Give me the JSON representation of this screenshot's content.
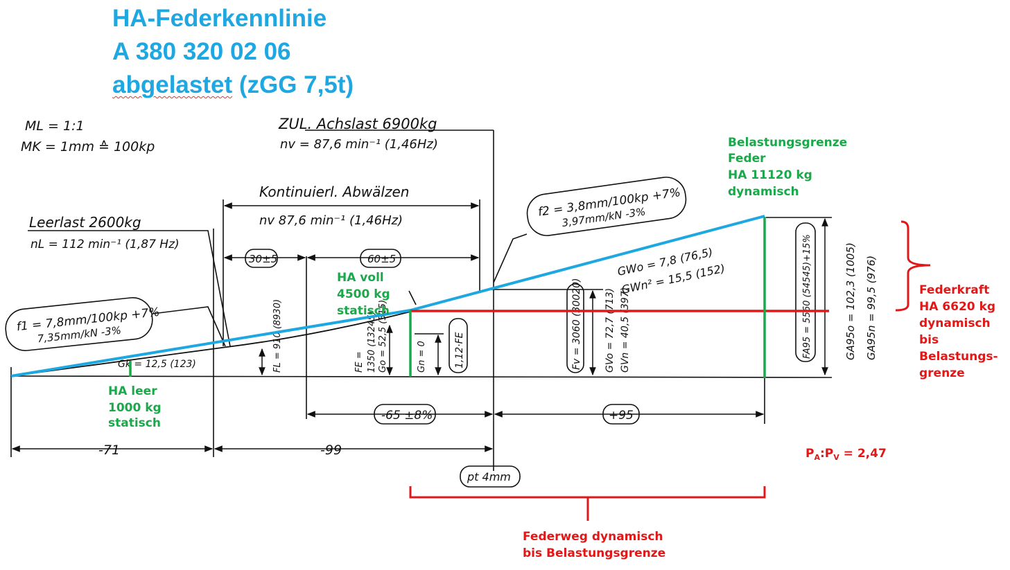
{
  "title": {
    "line1": "HA-Federkennlinie",
    "line2": "A 380 320 02 06",
    "line3a": "abgelastet",
    "line3b": " (zGG 7,5t)"
  },
  "drawing": {
    "scale_ml": "ML = 1:1",
    "scale_mk": "MK = 1mm ≙ 100kp",
    "zul_achslast": "ZUL. Achslast 6900kg",
    "nv_zul": "nv = 87,6 min⁻¹ (1,46Hz)",
    "kontinuierl": "Kontinuierl. Abwälzen",
    "nv_kont": "nv 87,6 min⁻¹ (1,46Hz)",
    "leerlast": "Leerlast 2600kg",
    "nl": "nL = 112 min⁻¹ (1,87 Hz)",
    "f1_a": "f1 = 7,8mm/100kp +7%",
    "f1_b": "7,35mm/kN    -3%",
    "f2_a": "f2 = 3,8mm/100kp +7%",
    "f2_b": "3,97mm/kN    -3%",
    "dim_30": "30±5",
    "dim_60": "60±5",
    "gwo": "GWo = 7,8 (76,5)",
    "gwn": "GWn² = 15,5 (152)",
    "gk": "Gk = 12,5 (123)",
    "fl": "FL = 910 (8930)",
    "fe": "FE =",
    "fe_val": "1350 (13245)",
    "go": "Go = 52,5 (515)",
    "gn": "Gn = 0",
    "fe12": "1,12·FE",
    "fv": "Fv = 3060 (30020)",
    "gvo": "GVo = 72,7 (713)",
    "gvn": "GVn = 40,5 (397)",
    "fa95": "FA95 = 5560 (54545)+15%",
    "ga95o": "GA95o = 102,3 (1005)",
    "ga95n": "GA95n = 99,5 (976)",
    "dim_65": "-65 ±8%",
    "dim_95": "+95",
    "dim_71": "-71",
    "dim_99": "-99",
    "pt": "pt 4mm"
  },
  "annotations": {
    "belastung": [
      "Belastungsgrenze",
      "Feder",
      "HA 11120 kg",
      "dynamisch"
    ],
    "ha_voll": [
      "HA voll",
      "4500 kg",
      "statisch"
    ],
    "ha_leer": [
      "HA leer",
      "1000 kg",
      "statisch"
    ],
    "federkraft": [
      "Federkraft",
      "HA 6620 kg",
      "dynamisch",
      "bis",
      "Belastungs-",
      "grenze"
    ],
    "federweg": [
      "Federweg dynamisch",
      "bis Belastungsgrenze"
    ],
    "ratio_p": "P",
    "ratio_a": "A",
    "ratio_colon": ":P",
    "ratio_v": "V",
    "ratio_value": " = 2,47"
  },
  "colors": {
    "title": "#1ea7e1",
    "blue_line": "#1ea7e1",
    "green": "#1aa84a",
    "red": "#e01818"
  }
}
